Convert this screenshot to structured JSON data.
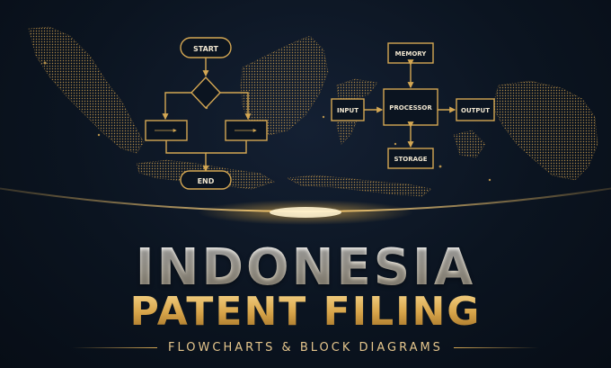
{
  "colors": {
    "background": "#0b1420",
    "gold": "#d4a753",
    "title_white": "#f3efe6",
    "title_gold": "#e0ad55"
  },
  "flowchart": {
    "start": "START",
    "end": "END"
  },
  "block_diagram": {
    "memory": "MEMORY",
    "input": "INPUT",
    "processor": "PROCESSOR",
    "output": "OUTPUT",
    "storage": "STORAGE"
  },
  "title": {
    "line1": "INDONESIA",
    "line2": "PATENT FILING"
  },
  "subtitle": "FLOWCHARTS & BLOCK DIAGRAMS"
}
